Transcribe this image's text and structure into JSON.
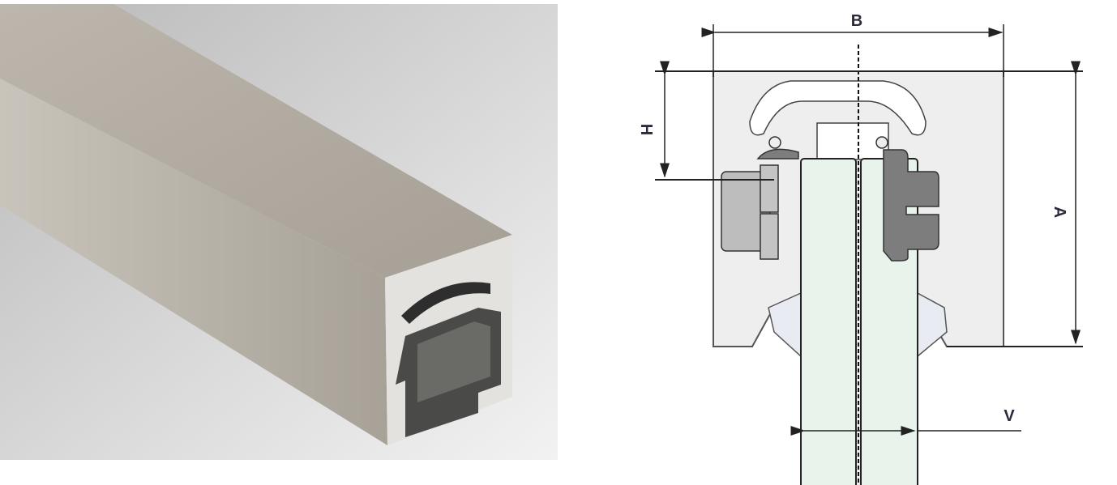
{
  "photo": {
    "subject": "aluminium-profile"
  },
  "diagram": {
    "labels": {
      "B": "B",
      "H": "H",
      "A": "A",
      "V": "V"
    },
    "colors": {
      "profile_fill": "#eeeeee",
      "glass_fill": "#e8f3ec",
      "gasket_light": "#bdbdbd",
      "gasket_dark": "#7d7d7d",
      "wedge_fill": "#e8ecf2"
    }
  }
}
